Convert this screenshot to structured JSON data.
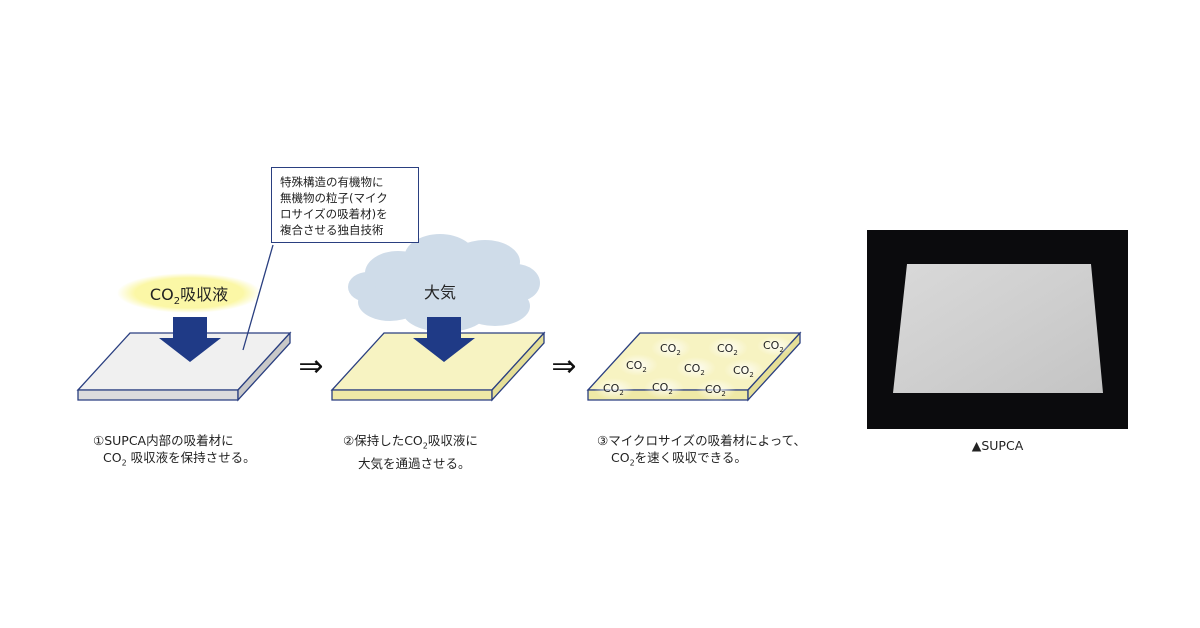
{
  "callout": {
    "lines": [
      "特殊構造の有機物に",
      "無機物の粒子(マイク",
      "ロサイズの吸着材)を",
      "複合させる独自技術"
    ]
  },
  "step1": {
    "label_main": "CO",
    "label_sub": "2",
    "label_tail": "吸収液",
    "caption_line1": "①SUPCA内部の吸着材に",
    "caption_line2_pre": "CO",
    "caption_line2_sub": "2",
    "caption_line2_post": " 吸収液を保持させる。"
  },
  "step2": {
    "cloud_label": "大気",
    "caption_line1_pre": "②保持したCO",
    "caption_line1_sub": "2",
    "caption_line1_post": "吸収液に",
    "caption_line2": "大気を通過させる。"
  },
  "step3": {
    "molecule_main": "CO",
    "molecule_sub": "2",
    "caption_line1": "③マイクロサイズの吸着材によって、",
    "caption_line2_pre": "CO",
    "caption_line2_sub": "2",
    "caption_line2_post": "を速く吸収できる。"
  },
  "arrows": [
    "⇒",
    "⇒"
  ],
  "photo": {
    "caption": "▲SUPCA"
  },
  "colors": {
    "arrow_navy": "#1f3a86",
    "sheet_edge": "#2a3f80",
    "sheet1_fill": "#f0f0f0",
    "sheet_yellow": "#f7f3c2",
    "label_glow": "#fbf7a6",
    "cloud": "#cfdce9"
  }
}
